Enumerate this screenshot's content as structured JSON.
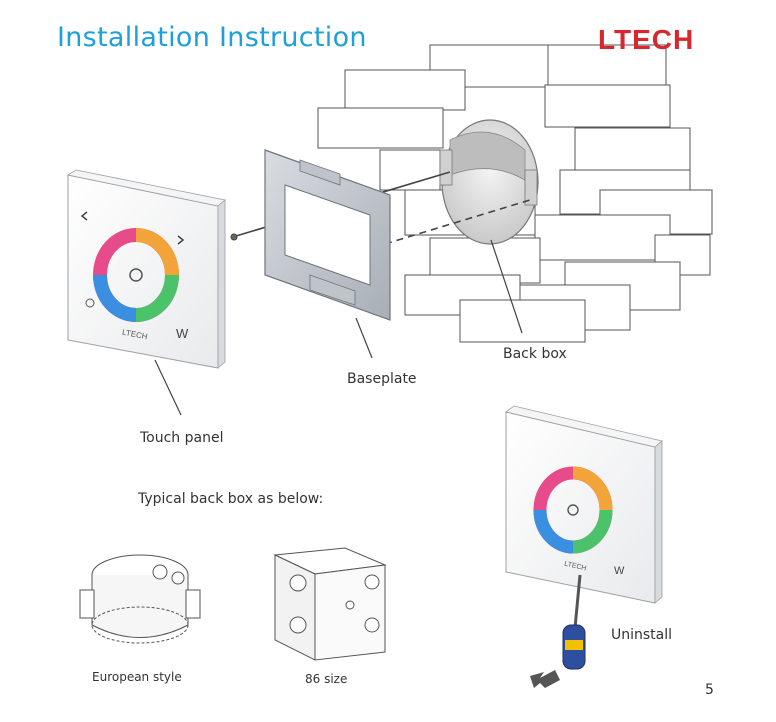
{
  "header": {
    "title": "Installation Instruction",
    "logo": "LTECH"
  },
  "labels": {
    "touch_panel": "Touch panel",
    "baseplate": "Baseplate",
    "back_box": "Back box",
    "typical": "Typical back box as below:",
    "european": "European style",
    "size86": "86 size",
    "uninstall": "Uninstall"
  },
  "panel": {
    "brand": "LTECH",
    "w_label": "W"
  },
  "page": {
    "number": "5"
  },
  "colors": {
    "accent": "#1ea0d8",
    "brand": "#d7282f"
  }
}
